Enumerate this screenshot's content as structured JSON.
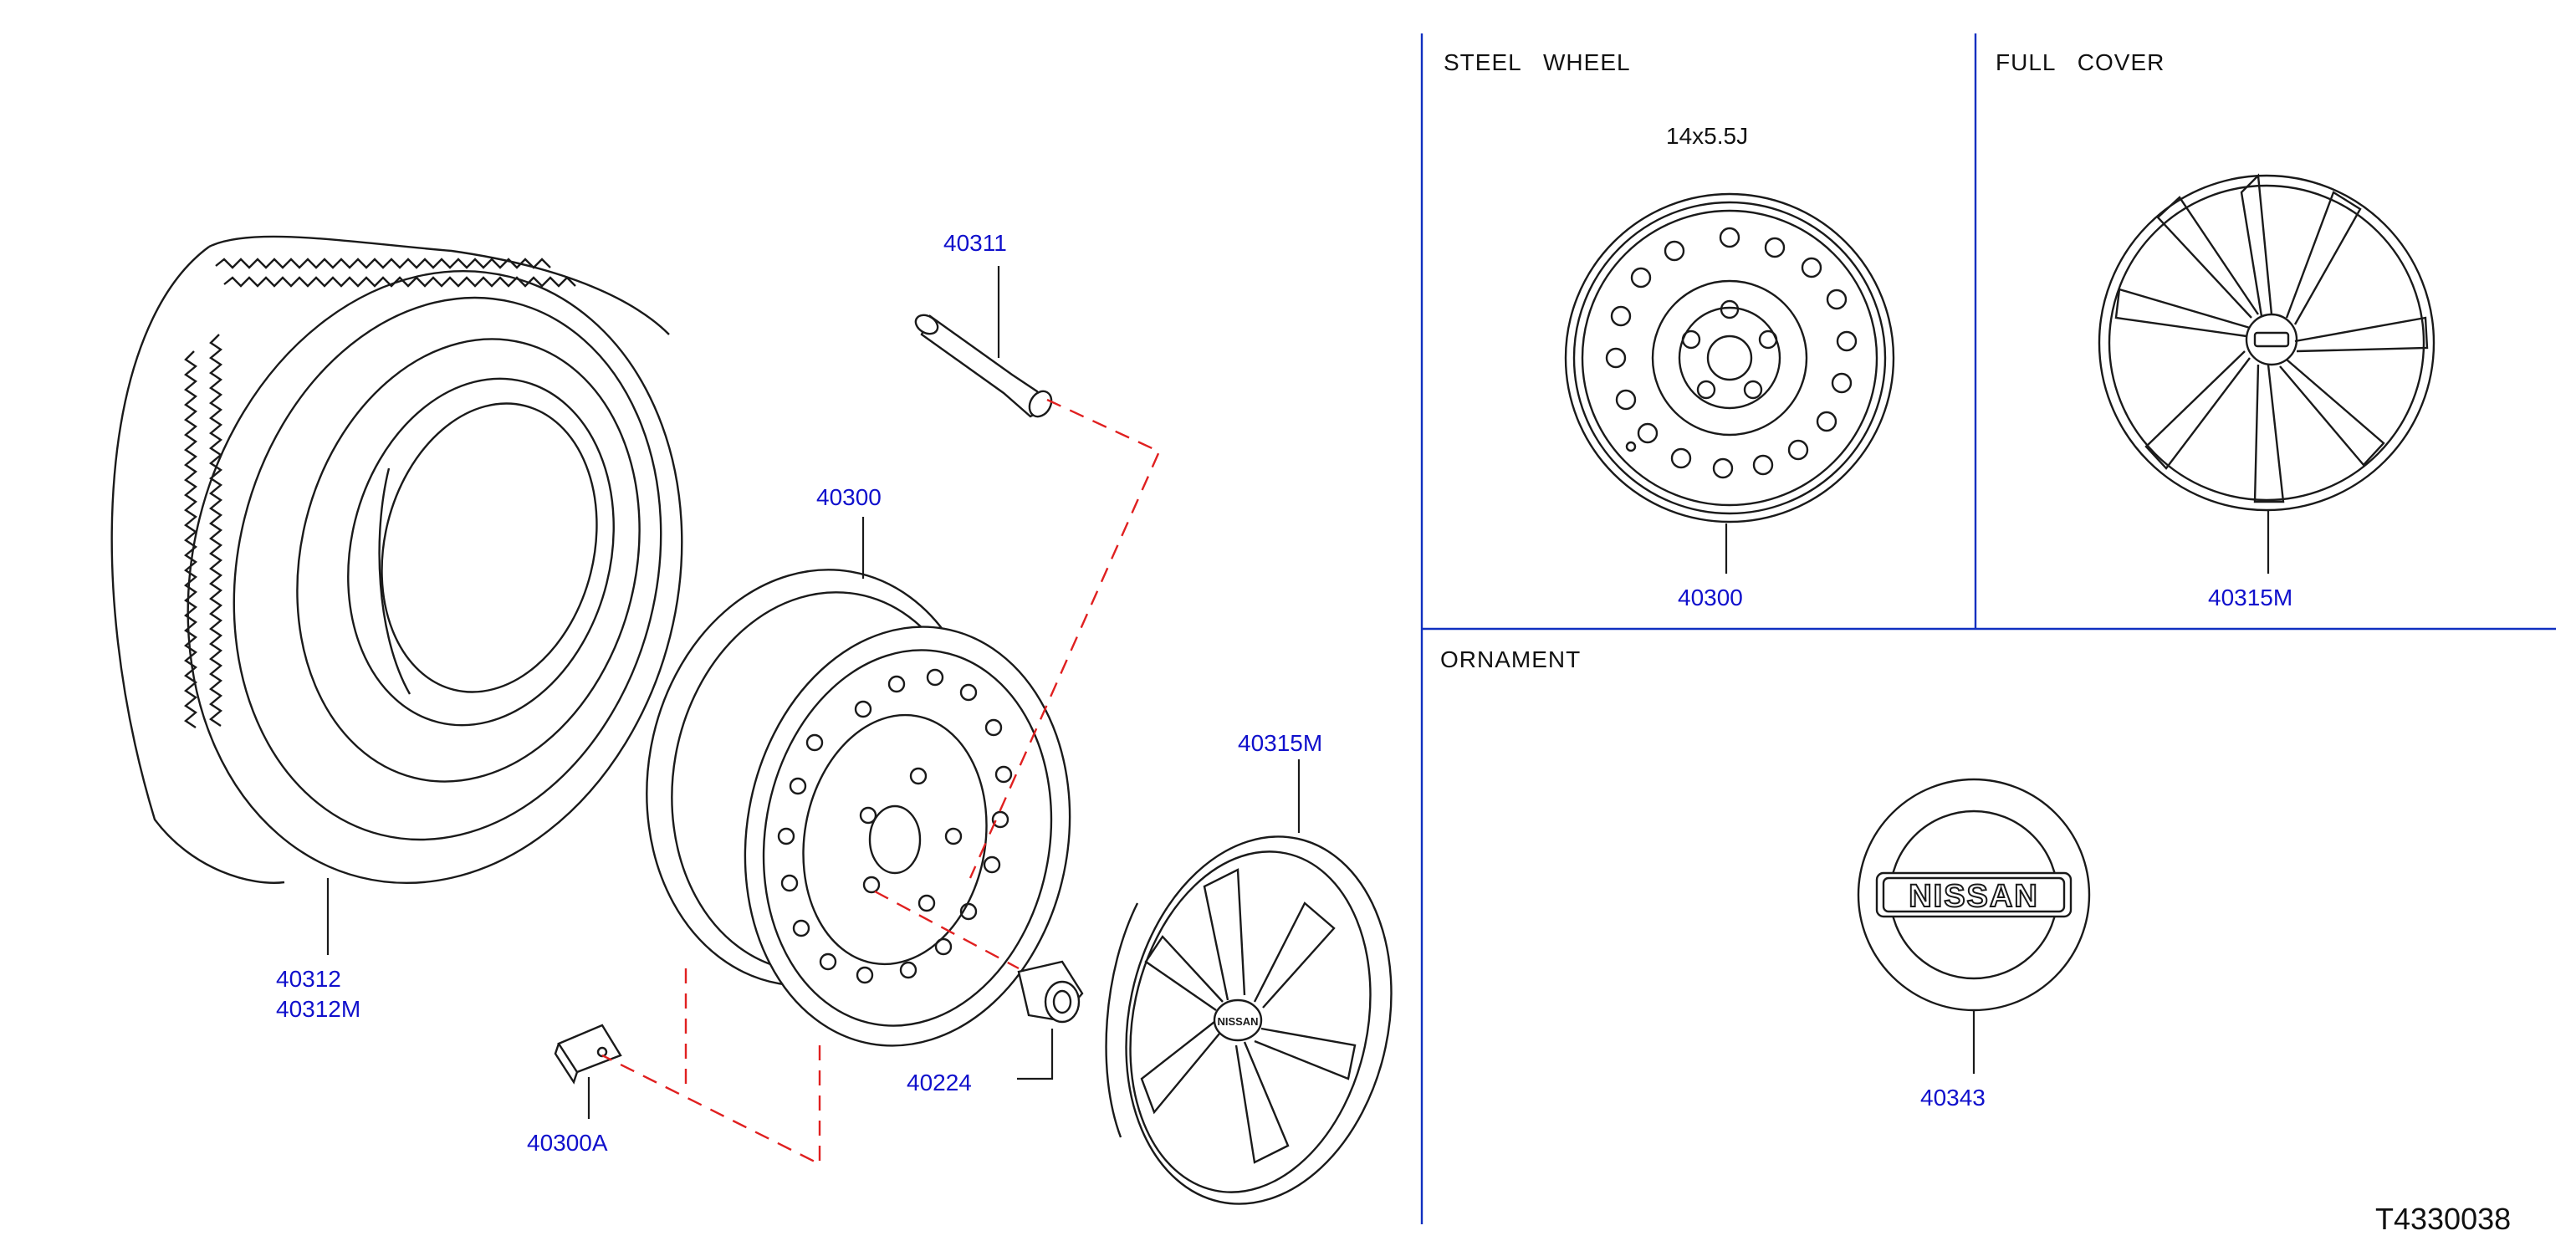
{
  "diagram_id": "T4330038",
  "sections": {
    "steel_wheel": {
      "title": "STEEL   WHEEL",
      "spec": "14x5.5J",
      "part": "40300"
    },
    "full_cover": {
      "title": "FULL   COVER",
      "part": "40315M"
    },
    "ornament": {
      "title": "ORNAMENT",
      "part": "40343",
      "logo_text": "NISSAN"
    }
  },
  "exploded_view": {
    "tire_parts": [
      "40312",
      "40312M"
    ],
    "valve": "40311",
    "wheel": "40300",
    "tpms_sensor": "40300A",
    "nut": "40224",
    "cover": "40315M",
    "cover_logo_text": "NISSAN"
  },
  "colors": {
    "part_number": "#1010cc",
    "frame": "#1030c0",
    "leader_dashed": "#e02020",
    "line_art": "#1a1a1a"
  }
}
